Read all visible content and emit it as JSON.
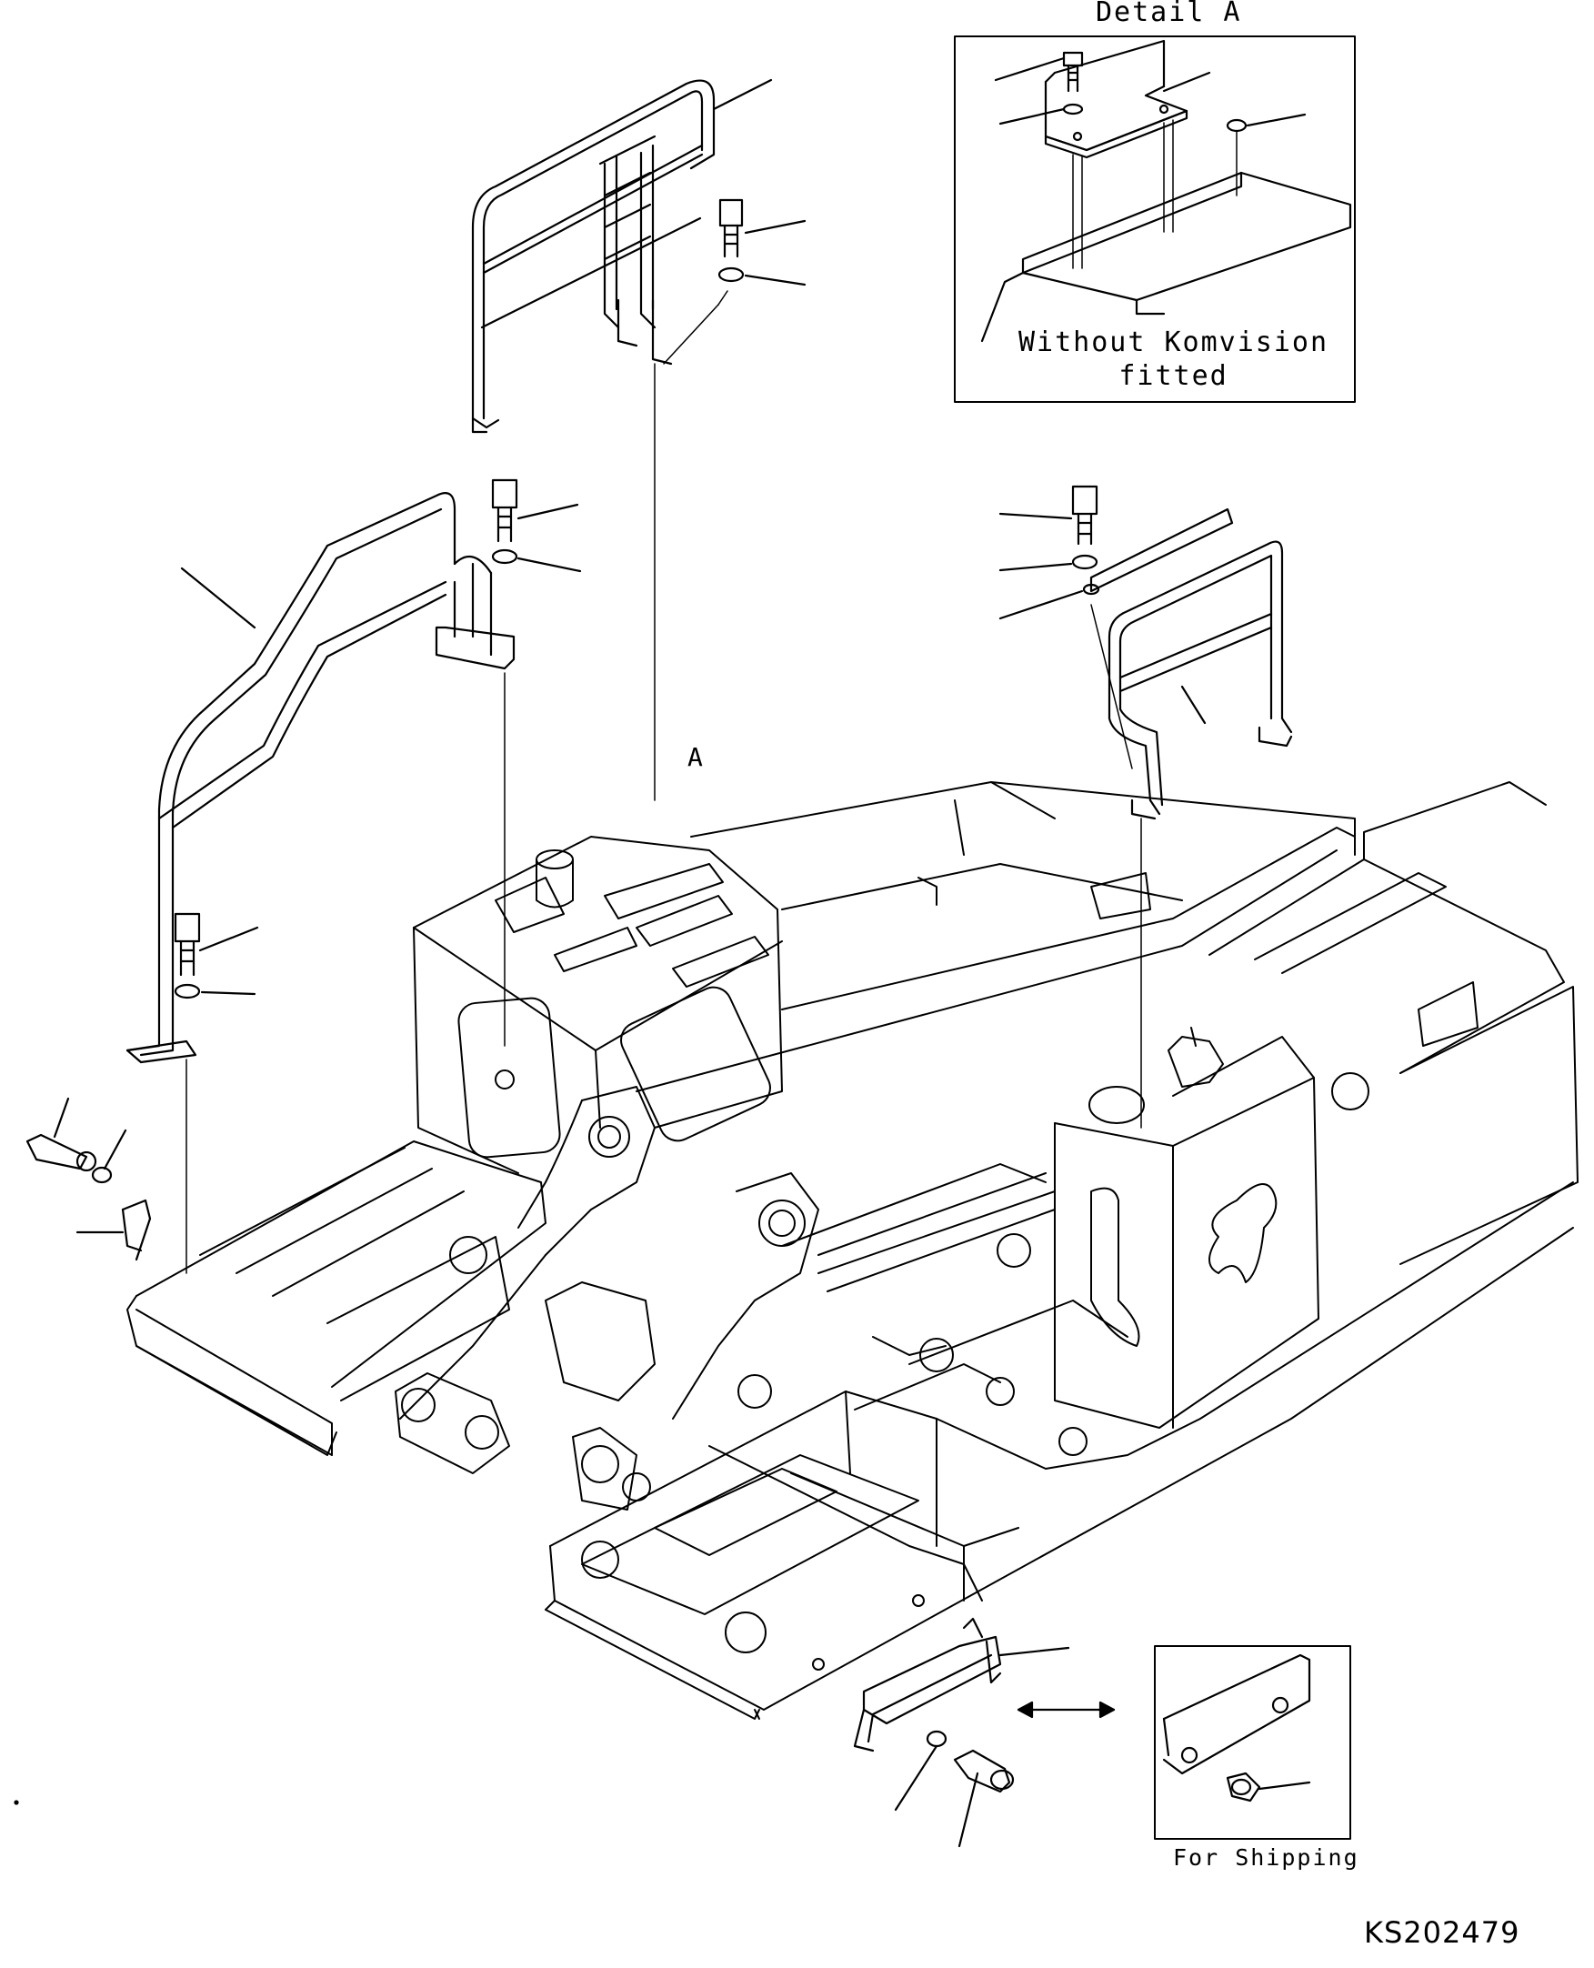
{
  "detail_box": {
    "title": "Detail A",
    "caption_line1": "Without Komvision",
    "caption_line2": "fitted"
  },
  "view_marker": "A",
  "shipping_box": {
    "caption": "For Shipping"
  },
  "drawing_number": "KS202479",
  "colors": {
    "ink": "#000000",
    "paper": "#ffffff"
  }
}
